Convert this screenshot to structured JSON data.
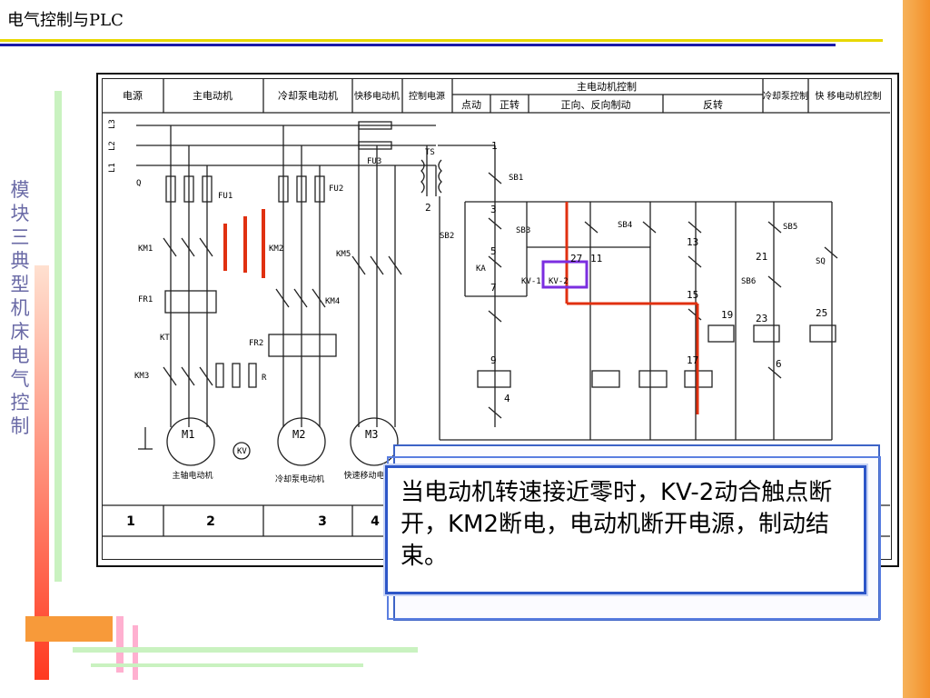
{
  "header": {
    "title": "电气控制与PLC"
  },
  "side": {
    "text": "模块三 典型机床电气控制"
  },
  "diagram": {
    "header_cells": [
      "电源",
      "主电动机",
      "冷却泵电动机",
      "快移电动机",
      "控制电源",
      "主电动机控制",
      "点动",
      "正转",
      "正向、反向制动",
      "反转",
      "冷却泵控制",
      "快 移电动机控制"
    ],
    "labels": [
      "Q",
      "FU1",
      "FU2",
      "FU3",
      "TS",
      "KM1",
      "KM2",
      "KM3",
      "KM4",
      "KM5",
      "KA",
      "KT",
      "KV",
      "FR1",
      "FR2",
      "R",
      "M1",
      "M2",
      "M3",
      "SB1",
      "SB2",
      "SB3",
      "SB4",
      "SB5",
      "SB6",
      "SQ",
      "KV-1",
      "KV-2"
    ],
    "motor_names": [
      "主轴电动机",
      "冷却泵电动机",
      "快速移动电动机"
    ],
    "nodes": [
      "1",
      "2",
      "3",
      "4",
      "5",
      "6",
      "7",
      "9",
      "11",
      "13",
      "15",
      "17",
      "19",
      "21",
      "23",
      "25",
      "27"
    ],
    "footer_numbers": [
      "1",
      "2",
      "3",
      "4"
    ],
    "phase_labels": [
      "L1",
      "L2",
      "L3"
    ]
  },
  "callout": {
    "text": "当电动机转速接近零时，KV-2动合触点断开，KM2断电，电动机断开电源，制动结束。"
  },
  "colors": {
    "highlight_red": "#e03010",
    "highlight_purple": "#7b2ee0",
    "callout_border": "#2d56c8"
  }
}
